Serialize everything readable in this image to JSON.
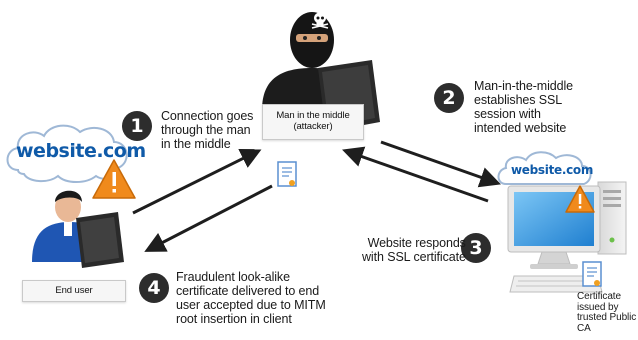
{
  "colors": {
    "arrow": "#1e1e1e",
    "badge": "#2d2d2d",
    "cloud_fill": "#ffffff",
    "cloud_stroke": "#9fb8d6",
    "cloud_text": "#0f5aa8",
    "warning": "#f08a1c",
    "monitor_screen": "#3aa0e8",
    "attacker": "#1c1c1c",
    "user_shirt": "#1f56b3"
  },
  "icons": [
    "skull-icon",
    "warning-icon",
    "certificate-icon",
    "cloud-icon",
    "monitor-icon",
    "keyboard-icon",
    "server-tower-icon"
  ],
  "attacker": {
    "label": "Man in the middle\n(attacker)"
  },
  "end_user": {
    "label": "End user",
    "cloud_text": "website.com"
  },
  "website": {
    "cloud_text": "website.com",
    "certificate_caption": "Certificate\nissued by\ntrusted Public\nCA"
  },
  "steps": [
    {
      "number": "1",
      "text": "Connection goes\nthrough the man\nin the middle"
    },
    {
      "number": "2",
      "text": "Man-in-the-middle\nestablishes SSL\nsession with\nintended website"
    },
    {
      "number": "3",
      "text": "Website responds\nwith SSL certificate"
    },
    {
      "number": "4",
      "text": "Fraudulent look-alike\ncertificate delivered to end\nuser accepted due to MITM\nroot insertion in client"
    }
  ]
}
